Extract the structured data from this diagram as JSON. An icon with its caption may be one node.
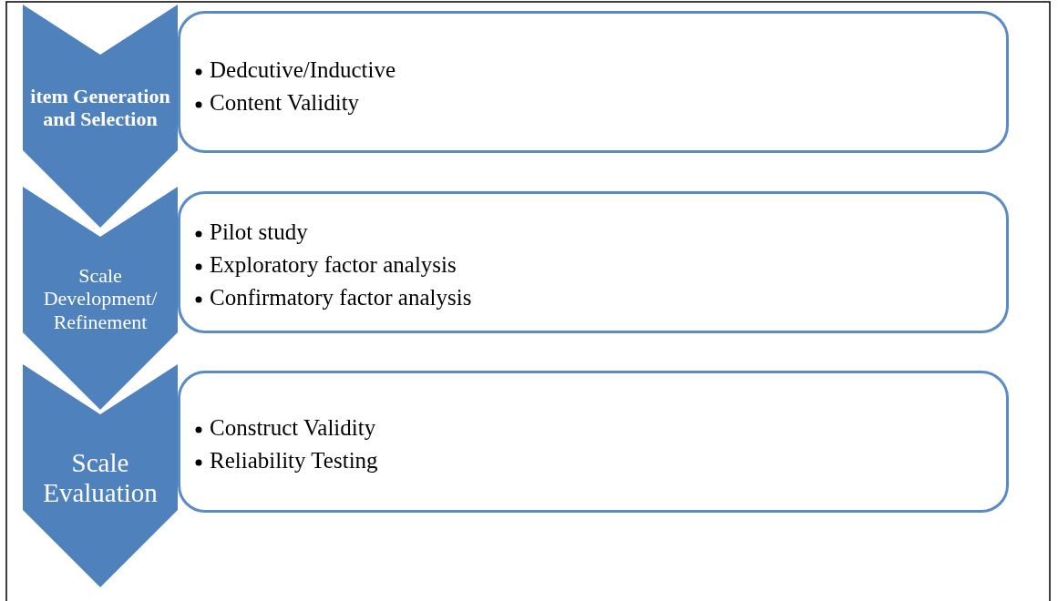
{
  "diagram": {
    "nodes": [
      {
        "text": [
          "item Generation and Selection"
        ]
      },
      {
        "text": [
          "Dedcutive/Inductive",
          "Content Validity"
        ]
      },
      {
        "text": [
          "Scale Development/ Refinement"
        ]
      },
      {
        "text": [
          "Pilot study",
          "Exploratory factor analysis",
          "Confirmatory factor analysis"
        ]
      },
      {
        "text": [
          "Scale Evaluation"
        ]
      },
      {
        "text": [
          "Construct Validity",
          "Reliability Testing"
        ]
      }
    ]
  }
}
